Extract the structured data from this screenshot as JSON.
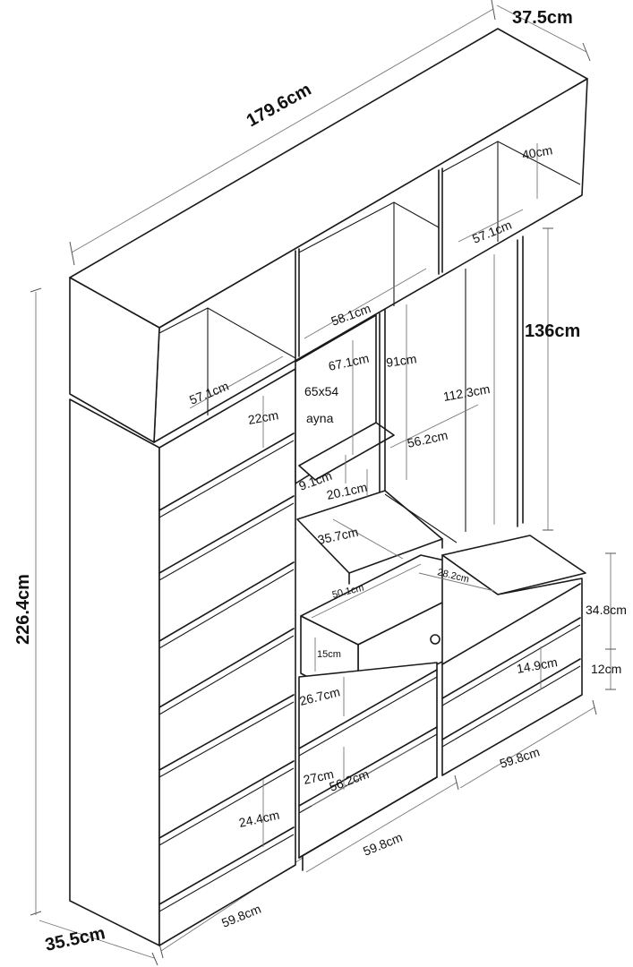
{
  "dimensions": {
    "total_width": "179.6cm",
    "total_depth": "37.5cm",
    "total_height": "226.4cm",
    "side_depth": "35.5cm",
    "hanger_height": "136cm",
    "top_shelf_height": "40cm",
    "top_right_width": "57.1cm",
    "top_middle_width": "58.1cm",
    "top_left_width": "57.1cm",
    "mirror_height": "67.1cm",
    "mirror_size": "65x54",
    "mirror_word": "ayna",
    "inner_height_91": "91cm",
    "inner_height_112": "112.3cm",
    "inner_width_56": "56.2cm",
    "left_shelf_gap": "22cm",
    "small_gap_9": "9.1cm",
    "small_gap_20": "20.1cm",
    "desk_depth": "35.7cm",
    "drawer_width": "50.1cm",
    "drawer_depth": "28.2cm",
    "drawer_height": "15cm",
    "lower_mid_gap": "26.7cm",
    "bottom_mid_gap": "27cm",
    "bottom_mid_width": "56.2cm",
    "bench_height": "34.8cm",
    "bench_lower": "12cm",
    "bench_shelf_gap": "14.9cm",
    "bench_width": "59.8cm",
    "left_bottom_gap": "24.4cm",
    "left_width": "59.8cm",
    "mid_width": "59.8cm"
  }
}
